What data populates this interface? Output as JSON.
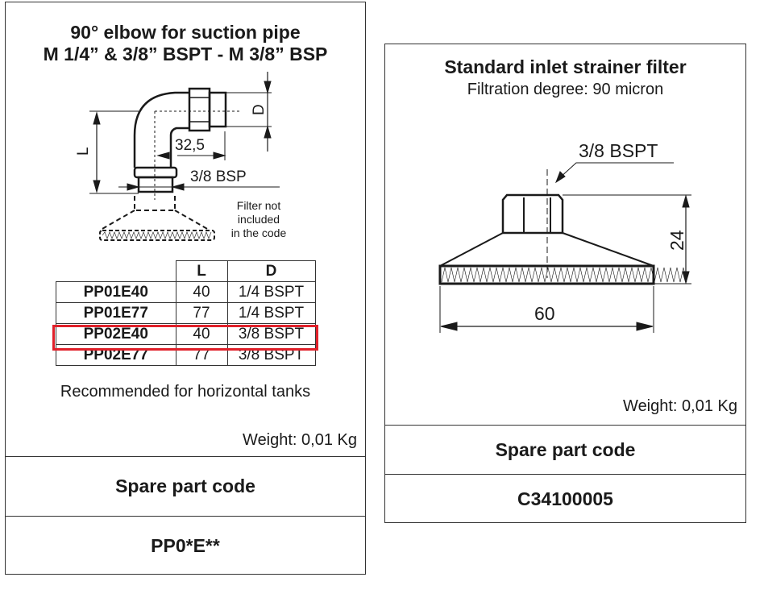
{
  "elbow": {
    "title_line1": "90° elbow for suction pipe",
    "title_line2": "M 1/4” & 3/8” BSPT - M 3/8” BSP",
    "drawing": {
      "dim_l": "L",
      "dim_d": "D",
      "dim_width": "32,5",
      "thread": "3/8 BSP",
      "note": [
        "Filter not",
        "included",
        "in the code"
      ]
    },
    "table": {
      "headers": [
        "",
        "L",
        "D"
      ],
      "rows": [
        {
          "code": "PP01E40",
          "l": "40",
          "d": "1/4 BSPT"
        },
        {
          "code": "PP01E77",
          "l": "77",
          "d": "1/4 BSPT"
        },
        {
          "code": "PP02E40",
          "l": "40",
          "d": "3/8 BSPT",
          "highlighted": true
        },
        {
          "code": "PP02E77",
          "l": "77",
          "d": "3/8 BSPT"
        }
      ]
    },
    "recommendation": "Recommended for horizontal tanks",
    "weight": "Weight: 0,01 Kg",
    "spare_label": "Spare part code",
    "spare_code": "PP0*E**"
  },
  "strainer": {
    "title": "Standard inlet strainer filter",
    "subtitle": "Filtration degree: 90 micron",
    "drawing": {
      "thread": "3/8 BSPT",
      "height": "24",
      "width": "60"
    },
    "weight": "Weight: 0,01 Kg",
    "spare_label": "Spare part code",
    "spare_code": "C34100005"
  },
  "colors": {
    "highlight": "#e0202a"
  }
}
